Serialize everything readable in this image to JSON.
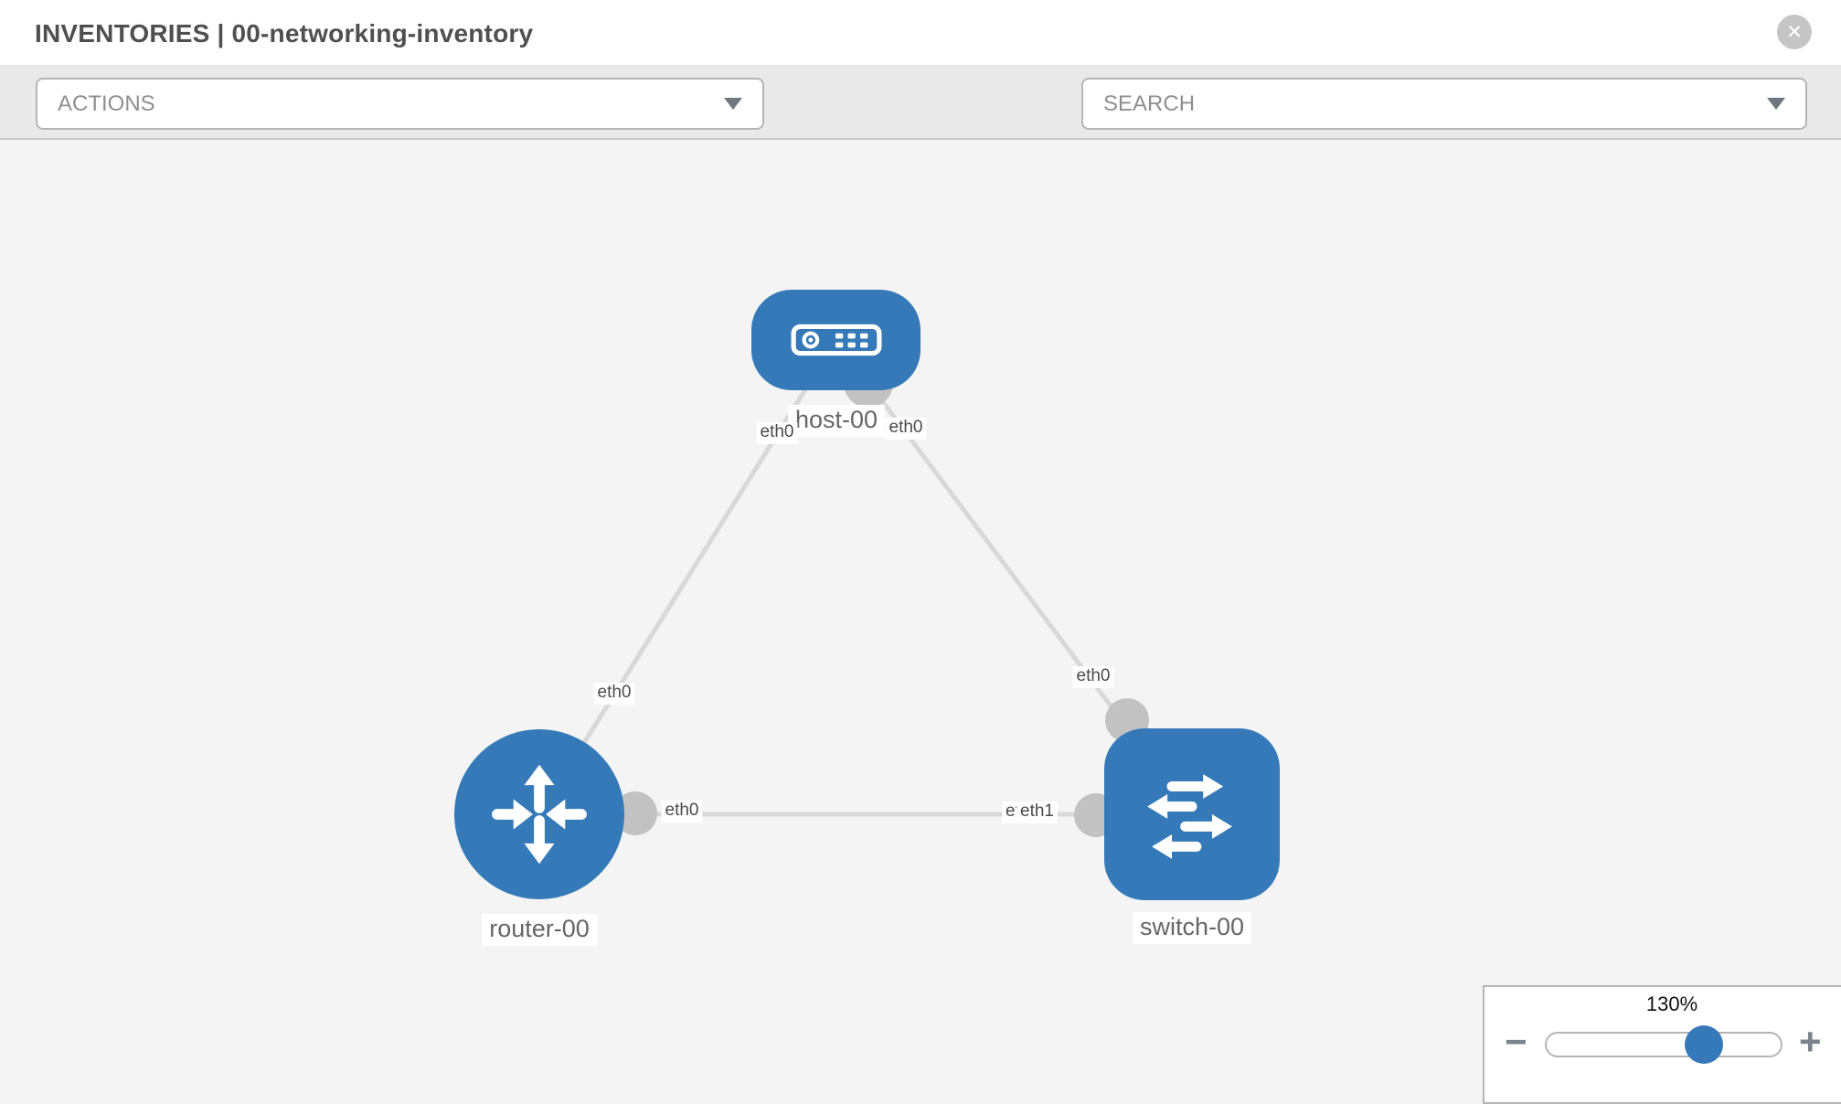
{
  "header": {
    "title": "INVENTORIES | 00-networking-inventory",
    "close_glyph": "✕"
  },
  "toolbar": {
    "actions_placeholder": "ACTIONS",
    "search_placeholder": "SEARCH",
    "icons": [
      "wrench-icon",
      "key-icon"
    ]
  },
  "topology": {
    "nodes": [
      {
        "id": "host-00",
        "label": "host-00",
        "type": "host"
      },
      {
        "id": "router-00",
        "label": "router-00",
        "type": "router"
      },
      {
        "id": "switch-00",
        "label": "switch-00",
        "type": "switch"
      }
    ],
    "links": [
      {
        "from": "host-00",
        "to": "router-00",
        "from_if": "eth0",
        "to_if": "eth0"
      },
      {
        "from": "host-00",
        "to": "switch-00",
        "from_if": "eth0",
        "to_if": "eth0"
      },
      {
        "from": "router-00",
        "to": "switch-00",
        "from_if": "eth0",
        "to_if": "eth1"
      }
    ],
    "eth_labels": {
      "host_link_left": "eth0",
      "host_link_right": "eth0",
      "router_link_top": "eth0",
      "switch_link_top": "eth0",
      "router_switch_left": "eth0",
      "router_switch_right_back": "eth0",
      "router_switch_right_front": "eth1"
    }
  },
  "zoom_control": {
    "level": "130%",
    "minus_glyph": "−",
    "plus_glyph": "+"
  },
  "colors": {
    "node_blue": "#3579b8",
    "link_gray": "#d8d8d8",
    "connector_gray": "#c2c2c2",
    "toolbar_gray": "#e9e9e9",
    "icon_gray": "#6e7780"
  }
}
